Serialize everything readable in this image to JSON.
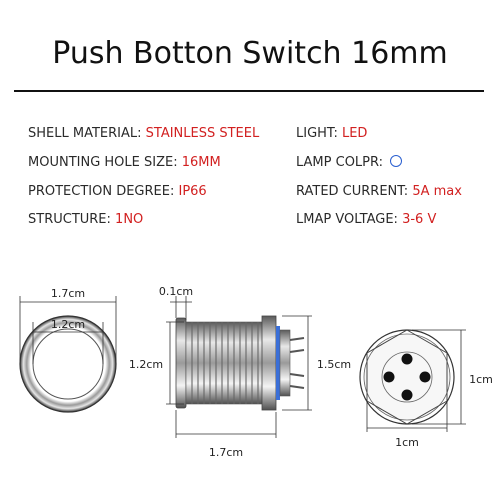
{
  "title": "Push Botton Switch 16mm",
  "specs": {
    "shell_material": {
      "label": "SHELL MATERIAL:",
      "value": "STAINLESS STEEL"
    },
    "mounting_hole": {
      "label": "MOUNTING HOLE SIZE:",
      "value": "16MM"
    },
    "protection": {
      "label": "PROTECTION DEGREE:",
      "value": "IP66"
    },
    "structure": {
      "label": "STRUCTURE:",
      "value": "1NO"
    },
    "light": {
      "label": "LIGHT:",
      "value": "LED"
    },
    "lamp_color": {
      "label": "LAMP COLPR:",
      "icon": "blue-ring-icon",
      "color": "#2a5fd0"
    },
    "rated_current": {
      "label": "RATED CURRENT:",
      "value": "5A max"
    },
    "lamp_voltage": {
      "label": "LMAP VOLTAGE:",
      "value": "3-6 V"
    }
  },
  "dimensions": {
    "front_outer": "1.7cm",
    "front_inner": "1.2cm",
    "side_head": "0.1cm",
    "side_height": "1.2cm",
    "side_length": "1.7cm",
    "side_flange": "1.5cm",
    "back_width": "1cm",
    "back_height": "1cm"
  },
  "colors": {
    "accent": "#d22020",
    "ring": "#2a5fd0"
  }
}
